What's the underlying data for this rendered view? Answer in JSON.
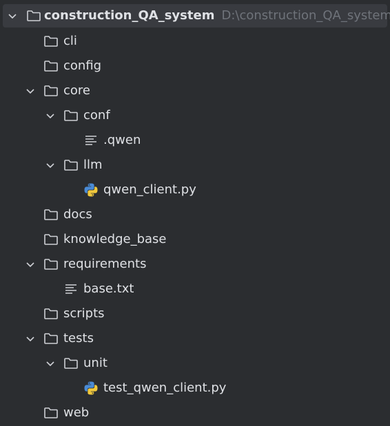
{
  "project": {
    "name": "construction_QA_system",
    "path": "D:\\construction_QA_system"
  },
  "tree": [
    {
      "label": "cli",
      "type": "folder",
      "depth": 1,
      "expanded": false
    },
    {
      "label": "config",
      "type": "folder",
      "depth": 1,
      "expanded": false
    },
    {
      "label": "core",
      "type": "folder",
      "depth": 1,
      "expanded": true
    },
    {
      "label": "conf",
      "type": "folder",
      "depth": 2,
      "expanded": true
    },
    {
      "label": ".qwen",
      "type": "text-file",
      "depth": 3
    },
    {
      "label": "llm",
      "type": "folder",
      "depth": 2,
      "expanded": true
    },
    {
      "label": "qwen_client.py",
      "type": "python-file",
      "depth": 3
    },
    {
      "label": "docs",
      "type": "folder",
      "depth": 1,
      "expanded": false
    },
    {
      "label": "knowledge_base",
      "type": "folder",
      "depth": 1,
      "expanded": false
    },
    {
      "label": "requirements",
      "type": "folder",
      "depth": 1,
      "expanded": true
    },
    {
      "label": "base.txt",
      "type": "text-file",
      "depth": 2
    },
    {
      "label": "scripts",
      "type": "folder",
      "depth": 1,
      "expanded": false
    },
    {
      "label": "tests",
      "type": "folder",
      "depth": 1,
      "expanded": true
    },
    {
      "label": "unit",
      "type": "folder",
      "depth": 2,
      "expanded": true
    },
    {
      "label": "test_qwen_client.py",
      "type": "python-file",
      "depth": 3
    },
    {
      "label": "web",
      "type": "folder",
      "depth": 1,
      "expanded": false
    }
  ],
  "colors": {
    "background": "#2b2d30",
    "selection": "#393b40",
    "text": "#dfe1e5",
    "path_text": "#6f737a",
    "icon_stroke": "#cfd1d6",
    "python_blue": "#4a8bd6",
    "python_yellow": "#f0c83c"
  }
}
